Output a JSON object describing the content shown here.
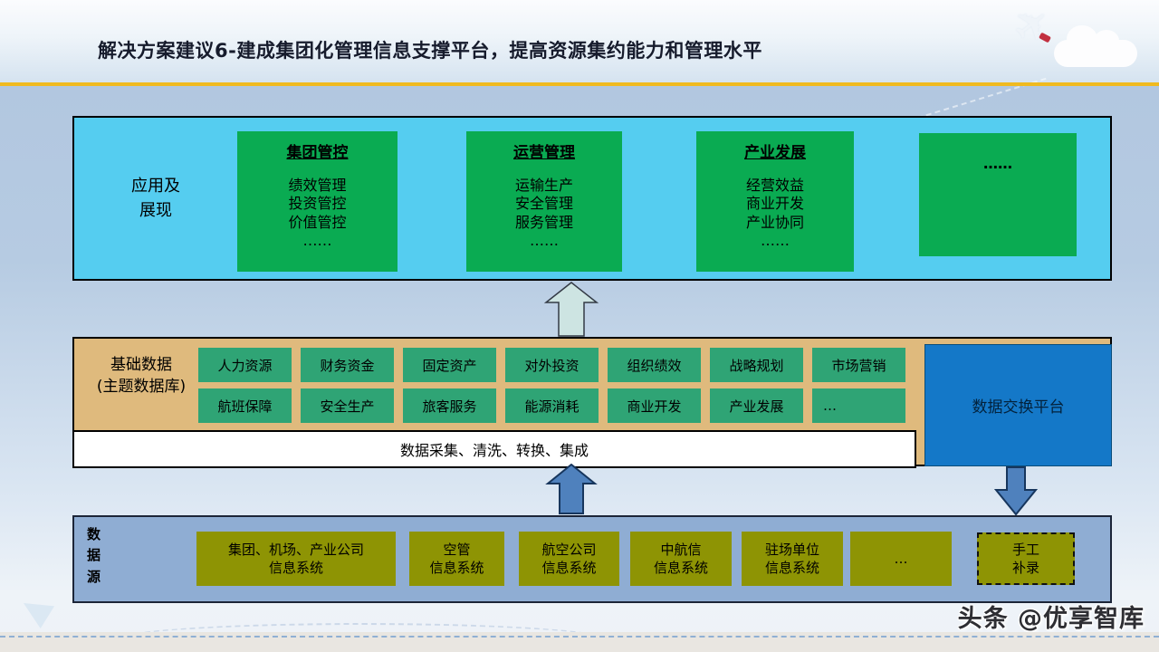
{
  "title": "解决方案建议6-建成集团化管理信息支撑平台，提高资源集约能力和管理水平",
  "watermark": "头条 @优享智库",
  "app_layer": {
    "label_line1": "应用及",
    "label_line2": "展现",
    "groups": [
      {
        "title": "集团管控",
        "items": [
          "绩效管理",
          "投资管控",
          "价值管控",
          "……"
        ]
      },
      {
        "title": "运营管理",
        "items": [
          "运输生产",
          "安全管理",
          "服务管理",
          "……"
        ]
      },
      {
        "title": "产业发展",
        "items": [
          "经营效益",
          "商业开发",
          "产业协同",
          "……"
        ]
      },
      {
        "title": "……",
        "items": []
      }
    ]
  },
  "data_layer": {
    "label_line1": "基础数据",
    "label_line2": "(主题数据库)",
    "row1": [
      "人力资源",
      "财务资金",
      "固定资产",
      "对外投资",
      "组织绩效",
      "战略规划",
      "市场营销"
    ],
    "row2": [
      "航班保障",
      "安全生产",
      "旅客服务",
      "能源消耗",
      "商业开发",
      "产业发展",
      "…"
    ],
    "etl_bar": "数据采集、清洗、转换、集成",
    "exchange_platform": "数据交换平台"
  },
  "source_layer": {
    "label": "数据源",
    "sources": [
      {
        "line1": "集团、机场、产业公司",
        "line2": "信息系统"
      },
      {
        "line1": "空管",
        "line2": "信息系统"
      },
      {
        "line1": "航空公司",
        "line2": "信息系统"
      },
      {
        "line1": "中航信",
        "line2": "信息系统"
      },
      {
        "line1": "驻场单位",
        "line2": "信息系统"
      },
      {
        "line1": "…",
        "line2": ""
      },
      {
        "line1": "手工",
        "line2": "补录"
      }
    ]
  },
  "colors": {
    "app_layer_bg": "#55cdf0",
    "app_card_green": "#0aab52",
    "mid_layer_tan": "#dfba7d",
    "topic_cell_green": "#2fa475",
    "exchange_blue": "#1478c8",
    "source_layer_blue": "#8fadd3",
    "source_box_olive": "#8e9404",
    "gold_divider": "#f0ba20",
    "arrow_blue": "#4f81bd",
    "arrow_pale": "#cde4e2"
  }
}
